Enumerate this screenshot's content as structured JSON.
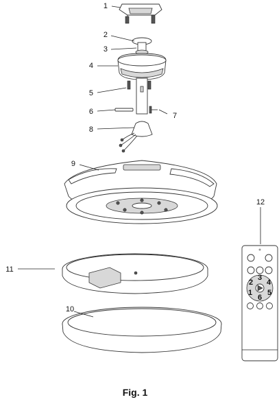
{
  "figure": {
    "caption": "Fig. 1",
    "labels": [
      "1",
      "2",
      "3",
      "4",
      "5",
      "6",
      "7",
      "8",
      "9",
      "10",
      "11",
      "12"
    ]
  },
  "remote": {
    "key_numbers": [
      "1",
      "2",
      "3",
      "4",
      "5",
      "6"
    ]
  }
}
